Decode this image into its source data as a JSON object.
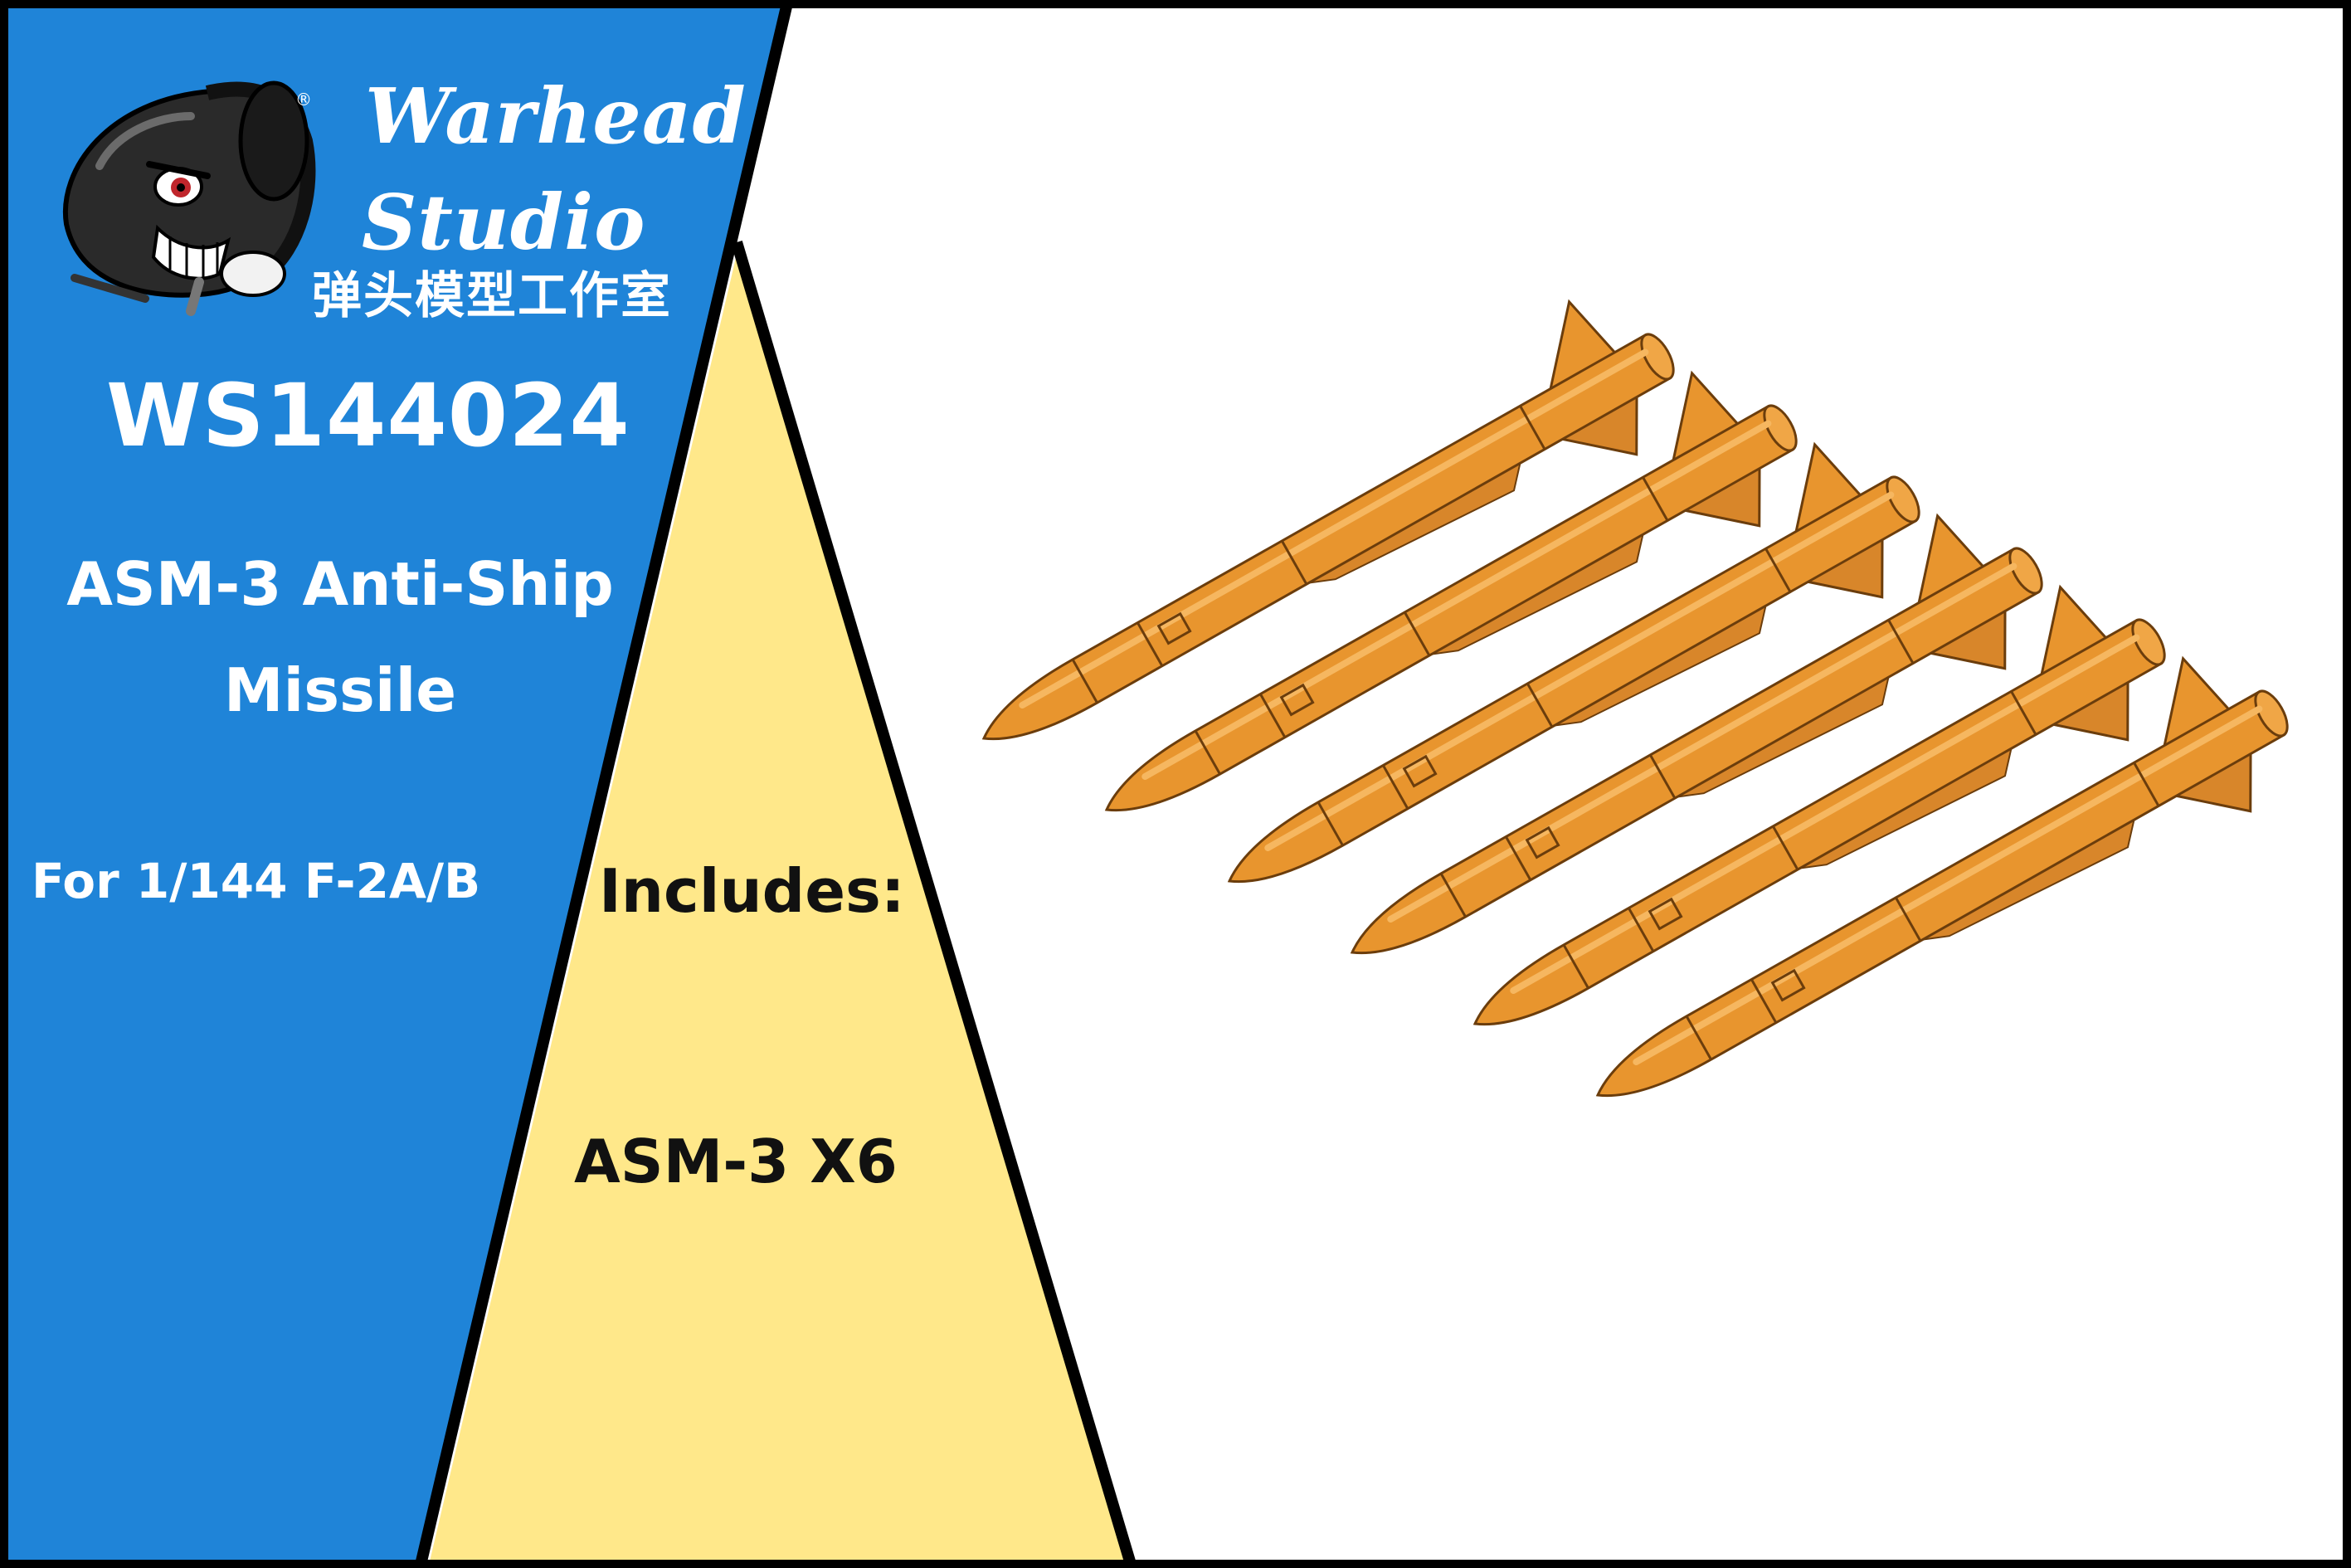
{
  "brand": {
    "line1": "Warhead",
    "line2": "Studio",
    "chinese": "弹头模型工作室",
    "registered_mark": "®"
  },
  "product": {
    "code": "WS144024",
    "title_line1": "ASM-3 Anti-Ship",
    "title_line2": "Missile",
    "scale": "For 1/144 F-2A/B"
  },
  "contents": {
    "label": "Includes:",
    "item": "ASM-3 X6"
  },
  "colors": {
    "panel_blue": "#1f84d8",
    "triangle_yellow": "#ffe88a",
    "missile_orange": "#e8952e",
    "border": "#000000"
  },
  "icons": [
    "warhead-mascot-logo",
    "asm3-missile-render"
  ],
  "missile_count": 6
}
